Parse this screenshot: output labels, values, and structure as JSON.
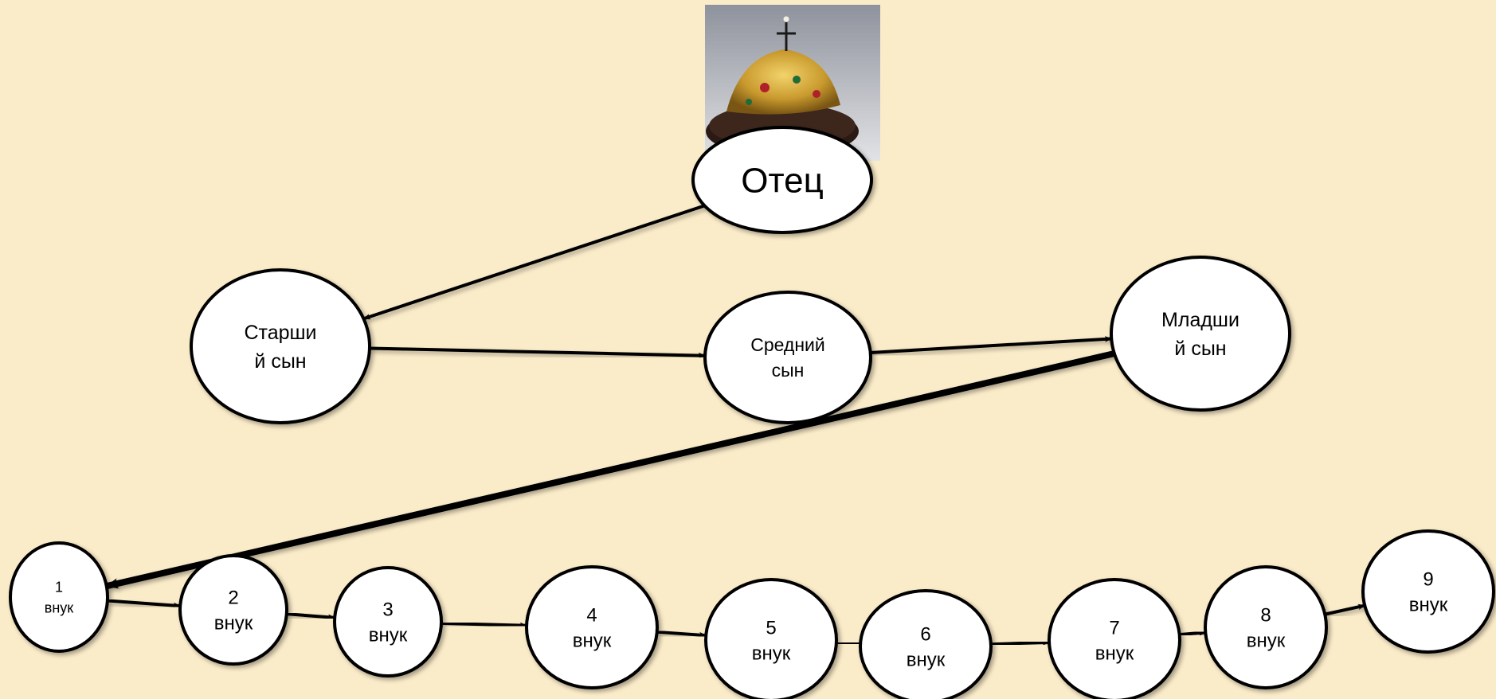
{
  "colors": {
    "background": "#fbecc9",
    "node_fill": "#ffffff",
    "node_stroke": "#000000",
    "arrow": "#000000"
  },
  "image": {
    "name": "monomakh-cap-picture"
  },
  "nodes": {
    "father": {
      "lines": [
        "Отец"
      ]
    },
    "eldest": {
      "lines": [
        "Старши",
        "й сын"
      ]
    },
    "middle": {
      "lines": [
        "Средний",
        "сын"
      ]
    },
    "youngest": {
      "lines": [
        "Младши",
        "й сын"
      ]
    },
    "g1": {
      "lines": [
        "1",
        "внук"
      ]
    },
    "g2": {
      "lines": [
        "2",
        "внук"
      ]
    },
    "g3": {
      "lines": [
        "3",
        "внук"
      ]
    },
    "g4": {
      "lines": [
        "4",
        "внук"
      ]
    },
    "g5": {
      "lines": [
        "5",
        "внук"
      ]
    },
    "g6": {
      "lines": [
        "6",
        "внук"
      ]
    },
    "g7": {
      "lines": [
        "7",
        "внук"
      ]
    },
    "g8": {
      "lines": [
        "8",
        "внук"
      ]
    },
    "g9": {
      "lines": [
        "9",
        "внук"
      ]
    }
  },
  "edges": [
    [
      "father",
      "eldest"
    ],
    [
      "eldest",
      "middle"
    ],
    [
      "middle",
      "youngest"
    ],
    [
      "youngest",
      "g1"
    ],
    [
      "g1",
      "g2"
    ],
    [
      "g2",
      "g3"
    ],
    [
      "g3",
      "g4"
    ],
    [
      "g4",
      "g5"
    ],
    [
      "g5",
      "g6"
    ],
    [
      "g6",
      "g7"
    ],
    [
      "g7",
      "g8"
    ],
    [
      "g8",
      "g9"
    ]
  ]
}
